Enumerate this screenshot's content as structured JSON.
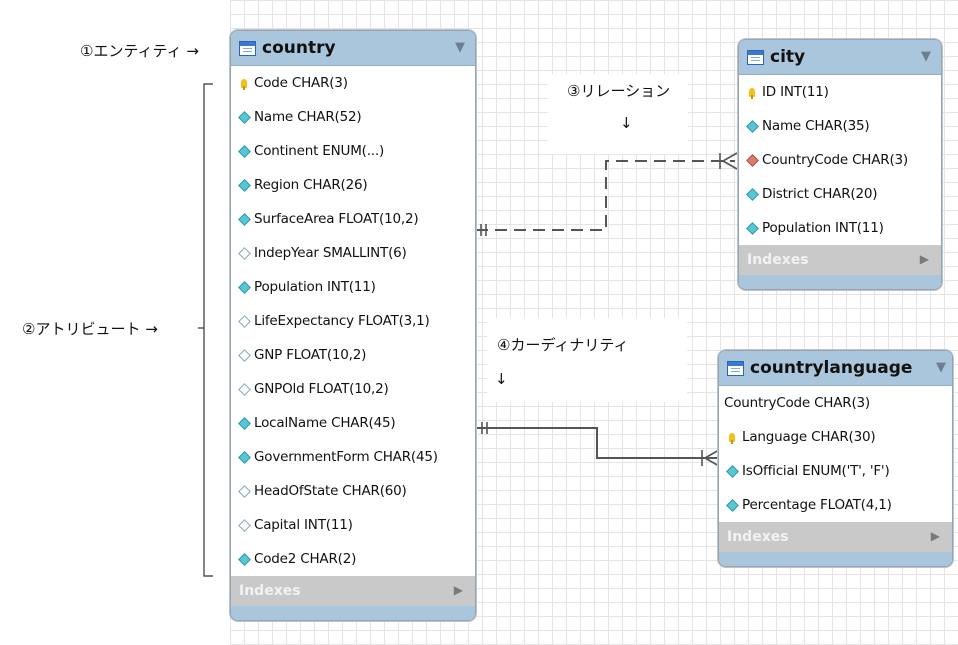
{
  "annotations": {
    "entity": "①エンティティ →",
    "attribute": "②アトリビュート →",
    "relation": "③リレーション",
    "relation_arrow": "↓",
    "cardinality": "④カーディナリティ",
    "cardinality_arrow": "↓"
  },
  "tables": {
    "country": {
      "name": "country",
      "indexes_label": "Indexes",
      "columns": [
        {
          "label": "Code CHAR(3)",
          "icon": "key-icon"
        },
        {
          "label": "Name CHAR(52)",
          "icon": "filled-diamond-icon"
        },
        {
          "label": "Continent ENUM(...)",
          "icon": "filled-diamond-icon"
        },
        {
          "label": "Region CHAR(26)",
          "icon": "filled-diamond-icon"
        },
        {
          "label": "SurfaceArea FLOAT(10,2)",
          "icon": "filled-diamond-icon"
        },
        {
          "label": "IndepYear SMALLINT(6)",
          "icon": "empty-diamond-icon"
        },
        {
          "label": "Population INT(11)",
          "icon": "filled-diamond-icon"
        },
        {
          "label": "LifeExpectancy FLOAT(3,1)",
          "icon": "empty-diamond-icon"
        },
        {
          "label": "GNP FLOAT(10,2)",
          "icon": "empty-diamond-icon"
        },
        {
          "label": "GNPOld FLOAT(10,2)",
          "icon": "empty-diamond-icon"
        },
        {
          "label": "LocalName CHAR(45)",
          "icon": "filled-diamond-icon"
        },
        {
          "label": "GovernmentForm CHAR(45)",
          "icon": "filled-diamond-icon"
        },
        {
          "label": "HeadOfState CHAR(60)",
          "icon": "empty-diamond-icon"
        },
        {
          "label": "Capital INT(11)",
          "icon": "empty-diamond-icon"
        },
        {
          "label": "Code2 CHAR(2)",
          "icon": "filled-diamond-icon"
        }
      ]
    },
    "city": {
      "name": "city",
      "indexes_label": "Indexes",
      "columns": [
        {
          "label": "ID INT(11)",
          "icon": "key-icon"
        },
        {
          "label": "Name CHAR(35)",
          "icon": "filled-diamond-icon"
        },
        {
          "label": "CountryCode CHAR(3)",
          "icon": "foreign-key-diamond-icon"
        },
        {
          "label": "District CHAR(20)",
          "icon": "filled-diamond-icon"
        },
        {
          "label": "Population INT(11)",
          "icon": "filled-diamond-icon"
        }
      ]
    },
    "countrylanguage": {
      "name": "countrylanguage",
      "indexes_label": "Indexes",
      "columns": [
        {
          "label": "CountryCode CHAR(3)",
          "icon": "none"
        },
        {
          "label": "Language CHAR(30)",
          "icon": "key-icon"
        },
        {
          "label": "IsOfficial ENUM('T', 'F')",
          "icon": "filled-diamond-icon"
        },
        {
          "label": "Percentage FLOAT(4,1)",
          "icon": "filled-diamond-icon"
        }
      ]
    }
  },
  "colors": {
    "header": "#a9c6dc",
    "indexes_bar": "#c9c9c9",
    "column_icon": "#57c7d6",
    "foreign_key_icon": "#e07a6e",
    "primary_key_icon": "#f2c21b"
  }
}
